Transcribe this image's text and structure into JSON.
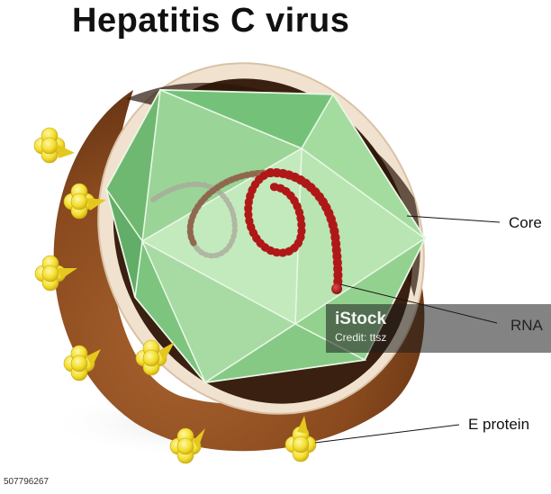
{
  "title": "Hepatitis C virus",
  "labels": {
    "core": "Core",
    "rna": "RNA",
    "e_protein": "E protein"
  },
  "watermark": {
    "brand": "iStock",
    "credit": "Credit: ttsz"
  },
  "stock_id": "507796267",
  "colors": {
    "envelope": "#8a4a1e",
    "envelope_rim": "#f1e2cf",
    "capsid": "#8fd08c",
    "rna": "#b01818",
    "e_protein": "#f3de2a"
  }
}
